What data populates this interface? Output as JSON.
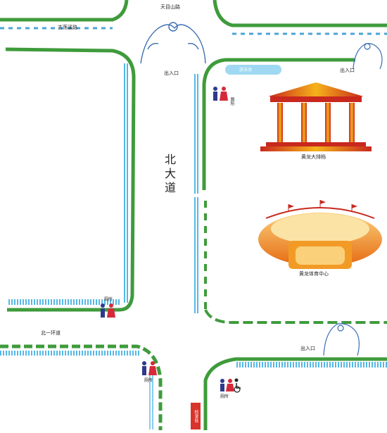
{
  "roads": {
    "top_center": "天目山路",
    "top_left": "古荡溪路",
    "main_avenue": "北大道",
    "ring_road": "北一环道"
  },
  "entrances": {
    "top_center": "出入口",
    "top_right": "出入口",
    "bottom_right": "出入口"
  },
  "venues": {
    "temple": "黄龙大排档",
    "stadium": "黄龙体育中心"
  },
  "facilities": {
    "toilet_label": "厕所",
    "pool_label": "游泳池",
    "red_sign": "检录处"
  },
  "colors": {
    "road_green": "#3f9b3c",
    "road_dash": "#4aa6d6",
    "venue_orange": "#f08a1a",
    "venue_red": "#c8281e",
    "toilet_male": "#2d3a8c",
    "toilet_female": "#d62a3a"
  },
  "icons": [
    "toilet-icon",
    "wheelchair-icon",
    "ornament-icon"
  ]
}
